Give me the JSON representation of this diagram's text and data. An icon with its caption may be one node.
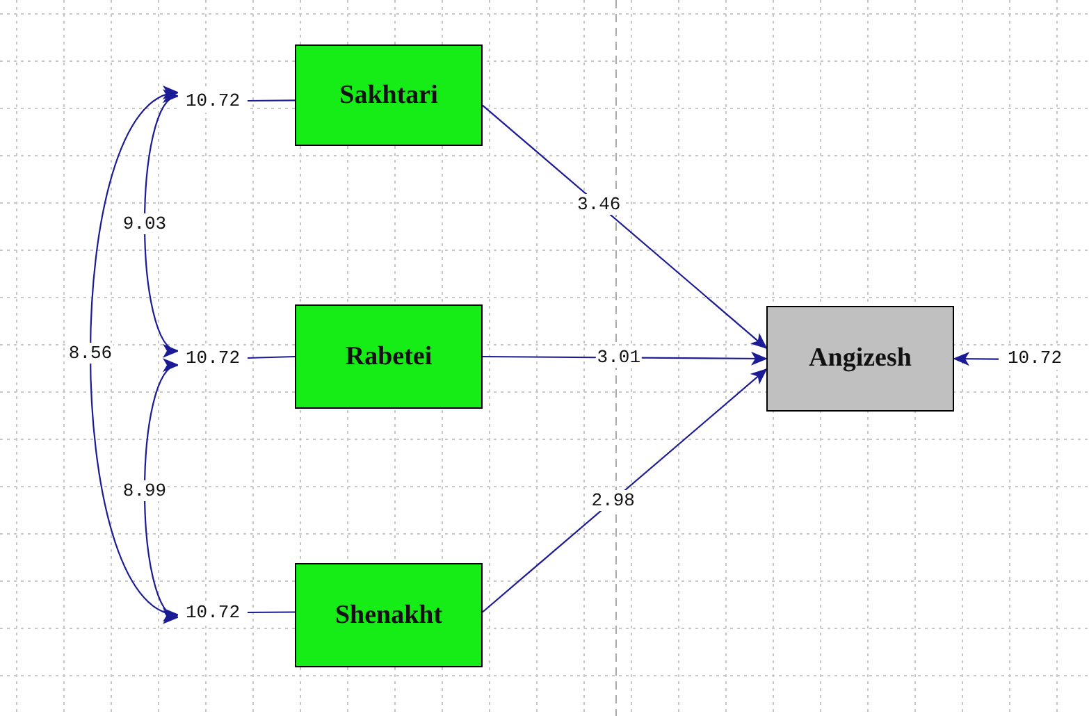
{
  "diagram": {
    "nodes": [
      {
        "text": [
          "Sakhtari"
        ]
      },
      {
        "text": [
          "Rabetei"
        ]
      },
      {
        "text": [
          "Shenakht"
        ]
      },
      {
        "text": [
          "Angizesh"
        ]
      },
      {
        "text": [
          "10.72"
        ]
      },
      {
        "text": [
          "10.72"
        ]
      },
      {
        "text": [
          "10.72"
        ]
      },
      {
        "text": [
          "10.72"
        ]
      }
    ],
    "edges": [
      {
        "from": 4,
        "to": 0,
        "arrow": "none"
      },
      {
        "from": 5,
        "to": 1,
        "arrow": "none"
      },
      {
        "from": 6,
        "to": 2,
        "arrow": "none"
      },
      {
        "from": 0,
        "to": 3,
        "arrow": "to",
        "label": "3.46"
      },
      {
        "from": 1,
        "to": 3,
        "arrow": "to",
        "label": "3.01"
      },
      {
        "from": 2,
        "to": 3,
        "arrow": "to",
        "label": "2.98"
      },
      {
        "from": 7,
        "to": 3,
        "arrow": "to"
      },
      {
        "from": 4,
        "to": 5,
        "arrow": "both",
        "label": "9.03"
      },
      {
        "from": 4,
        "to": 6,
        "arrow": "both",
        "label": "8.56"
      },
      {
        "from": 5,
        "to": 6,
        "arrow": "both",
        "label": "8.99"
      }
    ]
  }
}
